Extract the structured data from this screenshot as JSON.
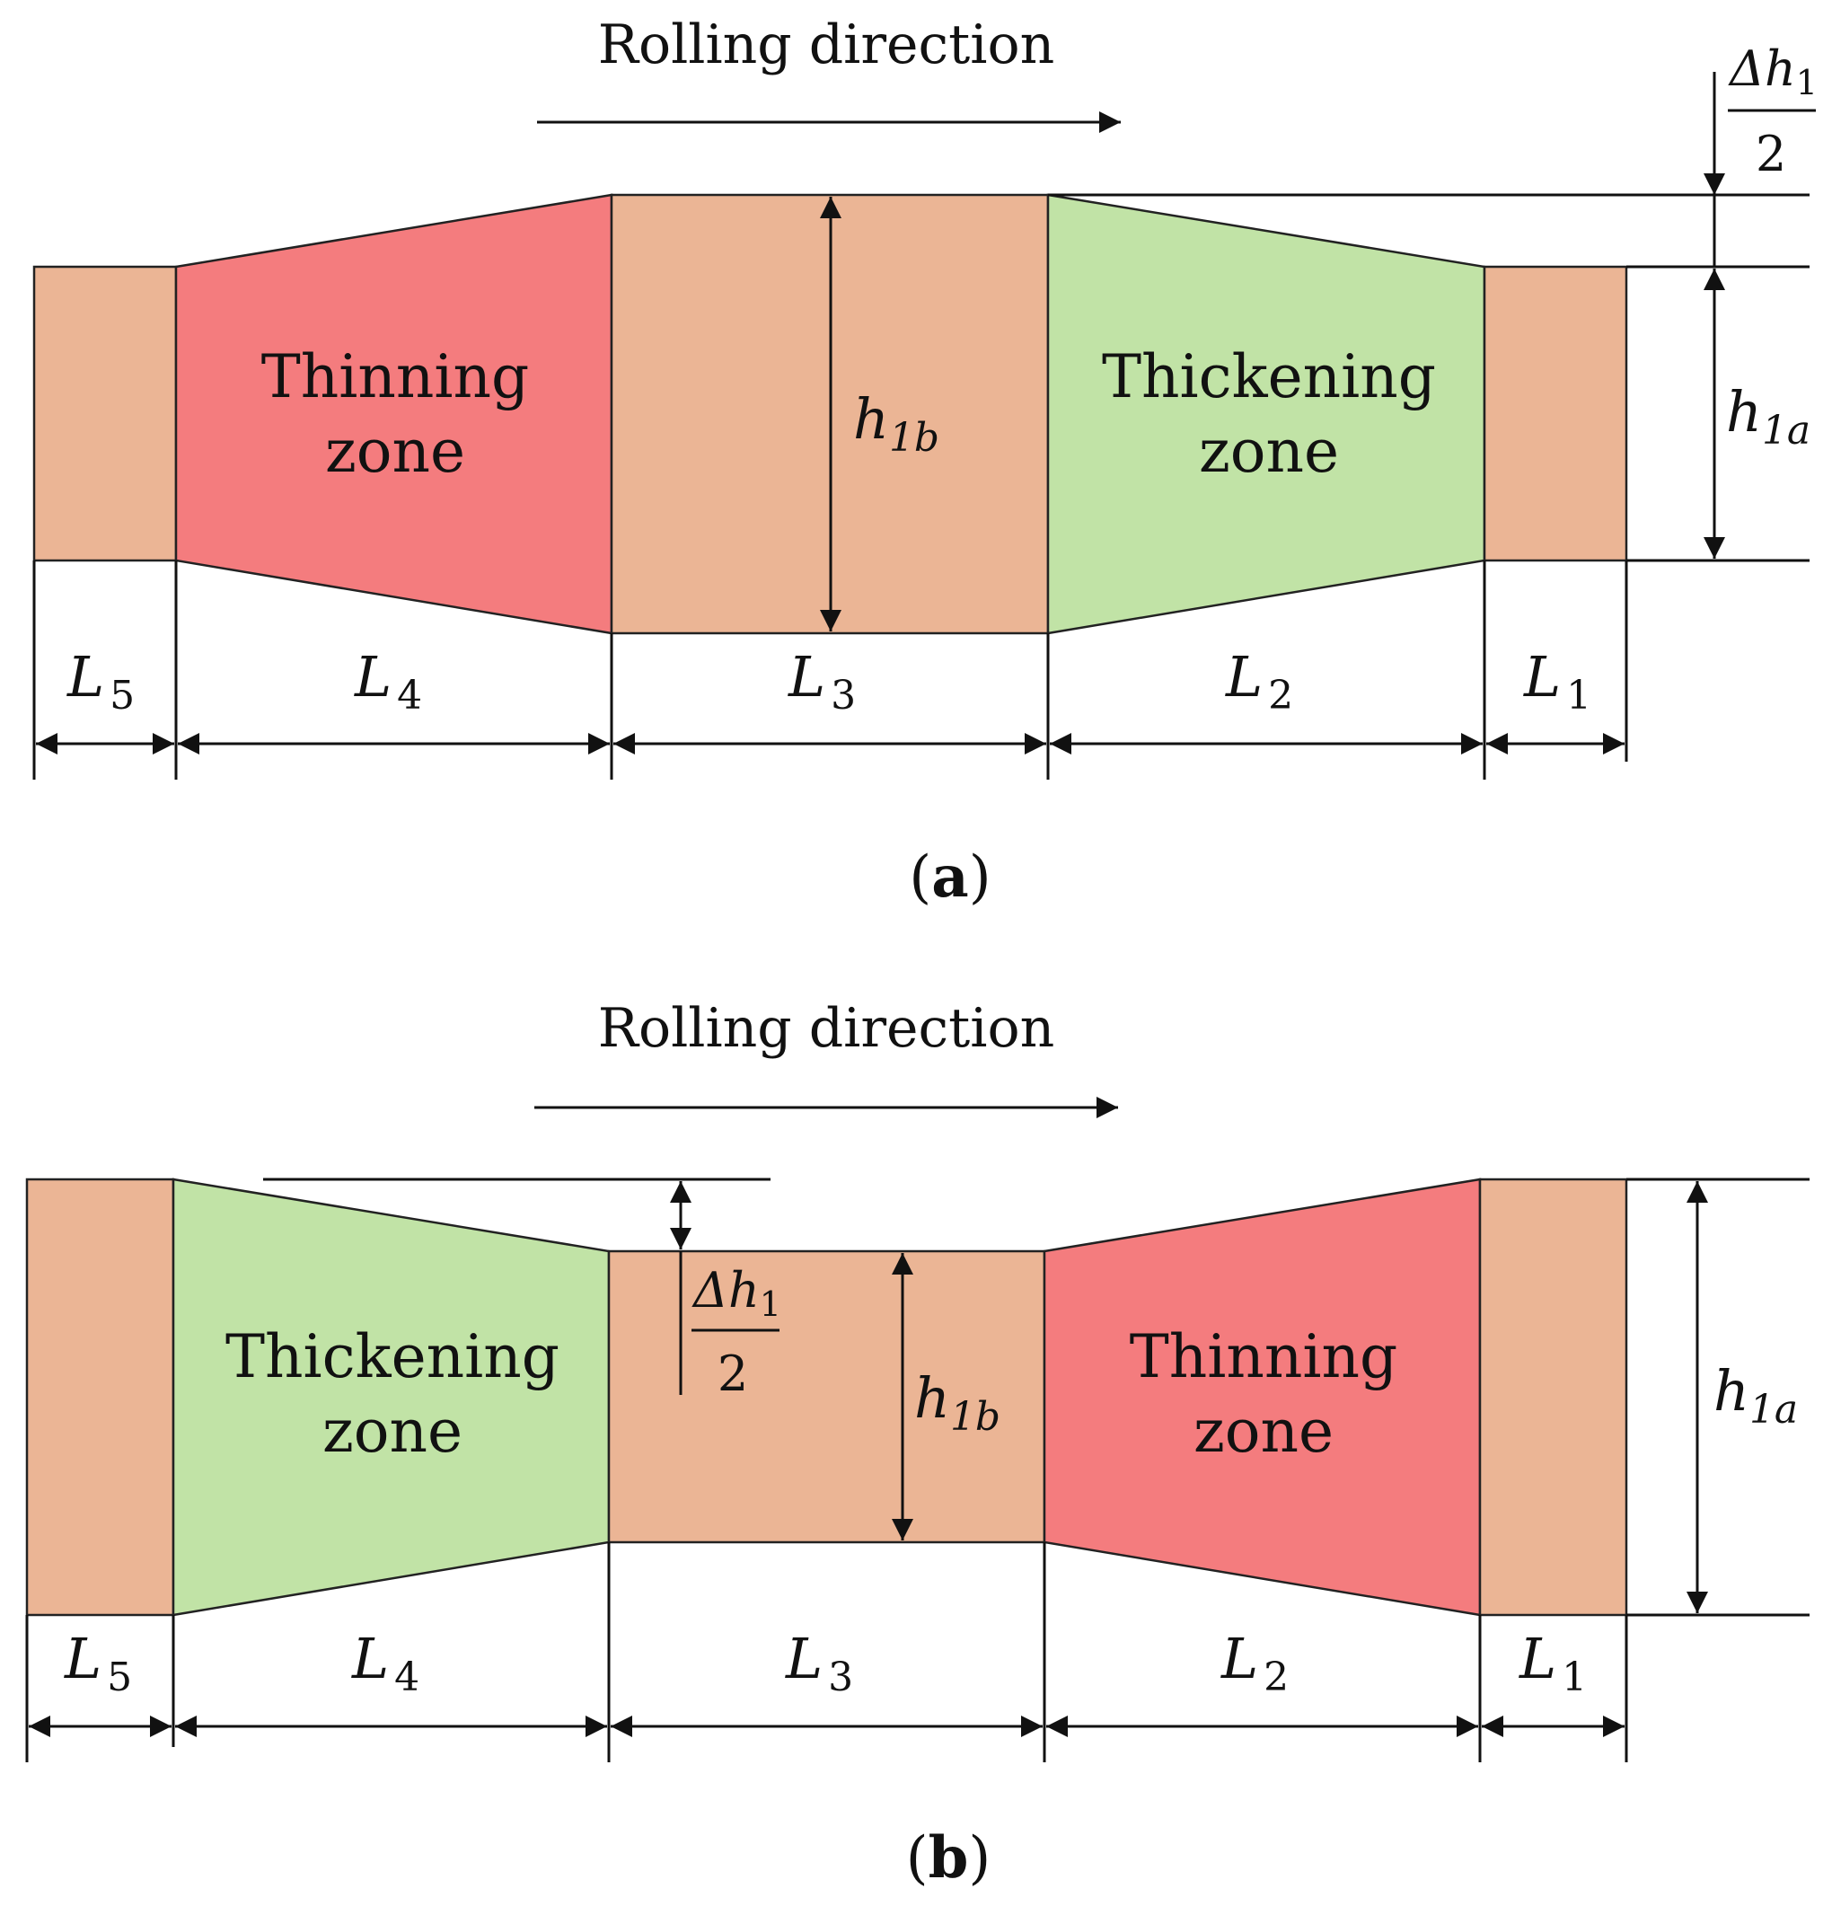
{
  "colors": {
    "base": "#ebb595",
    "thinning": "#f47c7e",
    "thickening": "#c1e3a6",
    "line": "#111111"
  },
  "panel_a": {
    "rolling_direction": "Rolling direction",
    "left_zone_line1": "Thinning",
    "left_zone_line2": "zone",
    "right_zone_line1": "Thickening",
    "right_zone_line2": "zone",
    "h1b": "h",
    "h1b_sub": "1b",
    "h1a": "h",
    "h1a_sub": "1a",
    "delta_num": "Δh",
    "delta_sub": "1",
    "delta_den": "2",
    "lengths": [
      {
        "L": "L",
        "sub": "5"
      },
      {
        "L": "L",
        "sub": "4"
      },
      {
        "L": "L",
        "sub": "3"
      },
      {
        "L": "L",
        "sub": "2"
      },
      {
        "L": "L",
        "sub": "1"
      }
    ],
    "caption_open": "(",
    "caption_letter": "a",
    "caption_close": ")"
  },
  "panel_b": {
    "rolling_direction": "Rolling direction",
    "left_zone_line1": "Thickening",
    "left_zone_line2": "zone",
    "right_zone_line1": "Thinning",
    "right_zone_line2": "zone",
    "h1b": "h",
    "h1b_sub": "1b",
    "h1a": "h",
    "h1a_sub": "1a",
    "delta_num": "Δh",
    "delta_sub": "1",
    "delta_den": "2",
    "lengths": [
      {
        "L": "L",
        "sub": "5"
      },
      {
        "L": "L",
        "sub": "4"
      },
      {
        "L": "L",
        "sub": "3"
      },
      {
        "L": "L",
        "sub": "2"
      },
      {
        "L": "L",
        "sub": "1"
      }
    ],
    "caption_open": "(",
    "caption_letter": "b",
    "caption_close": ")"
  }
}
